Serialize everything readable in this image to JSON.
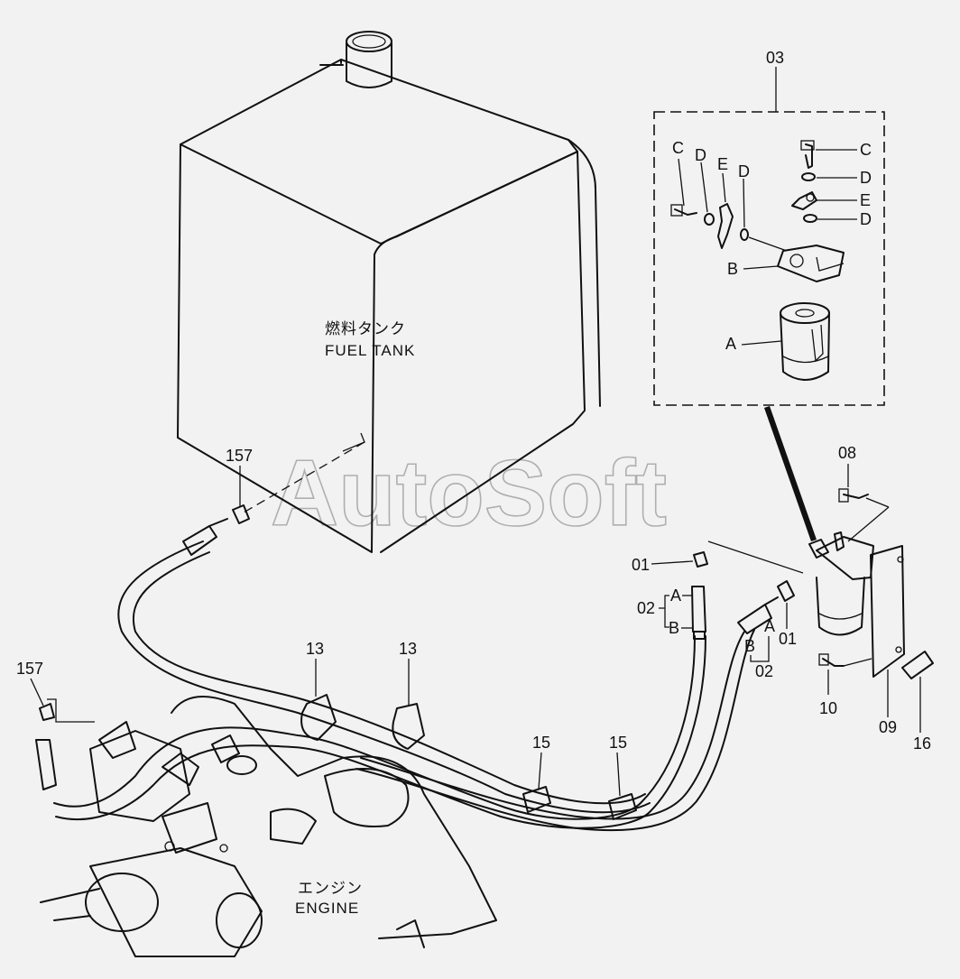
{
  "watermark": "AutoSoft",
  "fuel_tank": {
    "label_jp": "燃料タンク",
    "label_en": "FUEL TANK"
  },
  "engine": {
    "label_jp": "エンジン",
    "label_en": "ENGINE"
  },
  "inset": {
    "number": "03",
    "callouts": [
      "A",
      "B",
      "C",
      "D",
      "E",
      "D",
      "C",
      "D",
      "E",
      "D"
    ]
  },
  "callouts": {
    "p157_top": "157",
    "p157_left": "157",
    "p13_a": "13",
    "p13_b": "13",
    "p15_a": "15",
    "p15_b": "15",
    "p01_left": "01",
    "p01_right": "01",
    "p02_left": "02",
    "p02_right": "02",
    "p02_left_a": "A",
    "p02_left_b": "B",
    "p02_right_a": "A",
    "p02_right_b": "B",
    "p08": "08",
    "p09": "09",
    "p10": "10",
    "p16": "16"
  }
}
